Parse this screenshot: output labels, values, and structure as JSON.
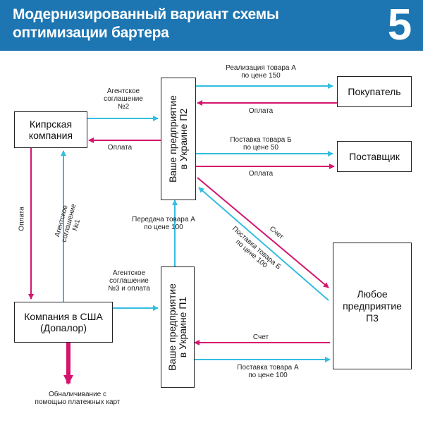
{
  "header": {
    "title_line1": "Модернизированный вариант схемы",
    "title_line2": "оптимизации бартера",
    "number": "5"
  },
  "colors": {
    "header_bg": "#1d76b2",
    "cyan_arrow": "#33bde0",
    "magenta_arrow": "#d4156f",
    "box_border": "#222222"
  },
  "nodes": {
    "cyprus": {
      "line1": "Кипрская",
      "line2": "компания"
    },
    "usa": {
      "line1": "Компания в США",
      "line2": "(Допалор)"
    },
    "p2": {
      "line1": "Ваше предприятие",
      "line2": "в Украине П2"
    },
    "p1": {
      "line1": "Ваше предприятие",
      "line2": "в Украине П1"
    },
    "buyer": "Покупатель",
    "supplier": "Поставщик",
    "p3": {
      "line1": "Любое",
      "line2": "предприятие",
      "line3": "П3"
    }
  },
  "labels": {
    "sale_a": {
      "line1": "Реализация товара А",
      "line2": "по цене 150"
    },
    "payment_buyer": "Оплата",
    "supply_b_50": {
      "line1": "Поставка товара Б",
      "line2": "по цене 50"
    },
    "payment_supplier": "Оплата",
    "agency_2": {
      "line1": "Агентское",
      "line2": "соглашение",
      "line3": "№2"
    },
    "payment_cyprus": "Оплата",
    "payment_vertical": "Оплата",
    "agency_1": {
      "line1": "Агентское",
      "line2": "соглашение",
      "line3": "№1"
    },
    "transfer_a": {
      "line1": "Передача товара А",
      "line2": "по цене 100"
    },
    "invoice_diag": "Счет",
    "supply_b_100": {
      "line1": "Поставка товара Б",
      "line2": "по цене 100"
    },
    "agency_3": {
      "line1": "Агентское",
      "line2": "соглашение",
      "line3": "№3 и оплата"
    },
    "invoice_bottom": "Счет",
    "supply_a_100": {
      "line1": "Поставка товара А",
      "line2": "по цене 100"
    },
    "card_cash": {
      "line1": "Обналичивание с",
      "line2": "помощью платежных карт"
    }
  }
}
